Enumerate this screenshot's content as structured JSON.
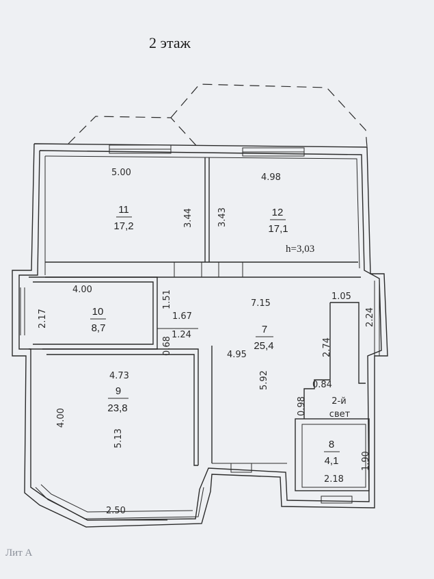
{
  "title": "2 этаж",
  "caption": "Лит А",
  "rooms": [
    {
      "id": "11",
      "number": "11",
      "area": "17,2"
    },
    {
      "id": "12",
      "number": "12",
      "area": "17,1"
    },
    {
      "id": "10",
      "number": "10",
      "area": "8,7"
    },
    {
      "id": "7",
      "number": "7",
      "area": "25,4"
    },
    {
      "id": "9",
      "number": "9",
      "area": "23,8"
    },
    {
      "id": "8",
      "number": "8",
      "area": "4,1"
    }
  ],
  "ceiling_height": "h=3,03",
  "light_label": [
    "2-й",
    "свет"
  ],
  "dimensions": {
    "r11_w": "5.00",
    "r11_h": "3.44",
    "r12_w": "4.98",
    "r12_h": "3.43",
    "r10_w": "4.00",
    "r10_h": "2.17",
    "c_151": "1.51",
    "c_167": "1.67",
    "c_124": "1.24",
    "c_068": "0.68",
    "r7_w": "7.15",
    "r7_d495": "4.95",
    "r7_d592": "5.92",
    "c_105": "1.05",
    "c_224": "2.24",
    "c_274": "2.74",
    "c_084": "0.84",
    "c_098": "0.98",
    "r9_w": "4.73",
    "r9_h": "4.00",
    "r9_d": "5.13",
    "r9_bay": "2.50",
    "r8_h": "1.90",
    "r8_w": "2.18"
  }
}
